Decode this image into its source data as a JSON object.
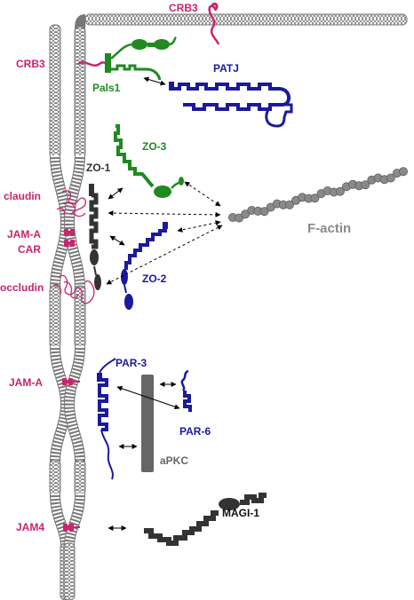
{
  "colors": {
    "membrane": "#777777",
    "magenta": "#c8256e",
    "green": "#1f8a1f",
    "navy": "#1a1a9c",
    "dark": "#333333",
    "actin": "#8a8a8a",
    "apkc": "#666666"
  },
  "labels": {
    "crb3_top": "CRB3",
    "crb3_left": "CRB3",
    "pals1": "Pals1",
    "patj": "PATJ",
    "zo3": "ZO-3",
    "zo1": "ZO-1",
    "claudin": "claudin",
    "jama_1": "JAM-A",
    "car": "CAR",
    "occludin": "occludin",
    "zo2": "ZO-2",
    "factin": "F-actin",
    "par3": "PAR-3",
    "jama_2": "JAM-A",
    "par6": "PAR-6",
    "apkc": "aPKC",
    "jam4": "JAM4",
    "magi1": "MAGI-1"
  }
}
